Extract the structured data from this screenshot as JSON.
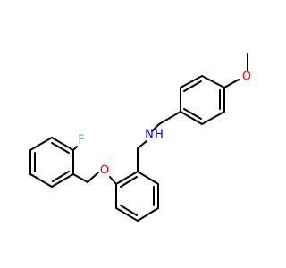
{
  "molecule": {
    "atoms": {
      "fluorine": {
        "symbol": "F",
        "color": "#33cccc"
      },
      "ether_oxygen": {
        "symbol": "O",
        "color": "#ff0000"
      },
      "amine": {
        "symbol": "N",
        "suffix": "H",
        "color": "#0000ff"
      },
      "methoxy_oxygen": {
        "symbol": "O",
        "color": "#ff0000"
      }
    },
    "bond_color": "#000000"
  }
}
